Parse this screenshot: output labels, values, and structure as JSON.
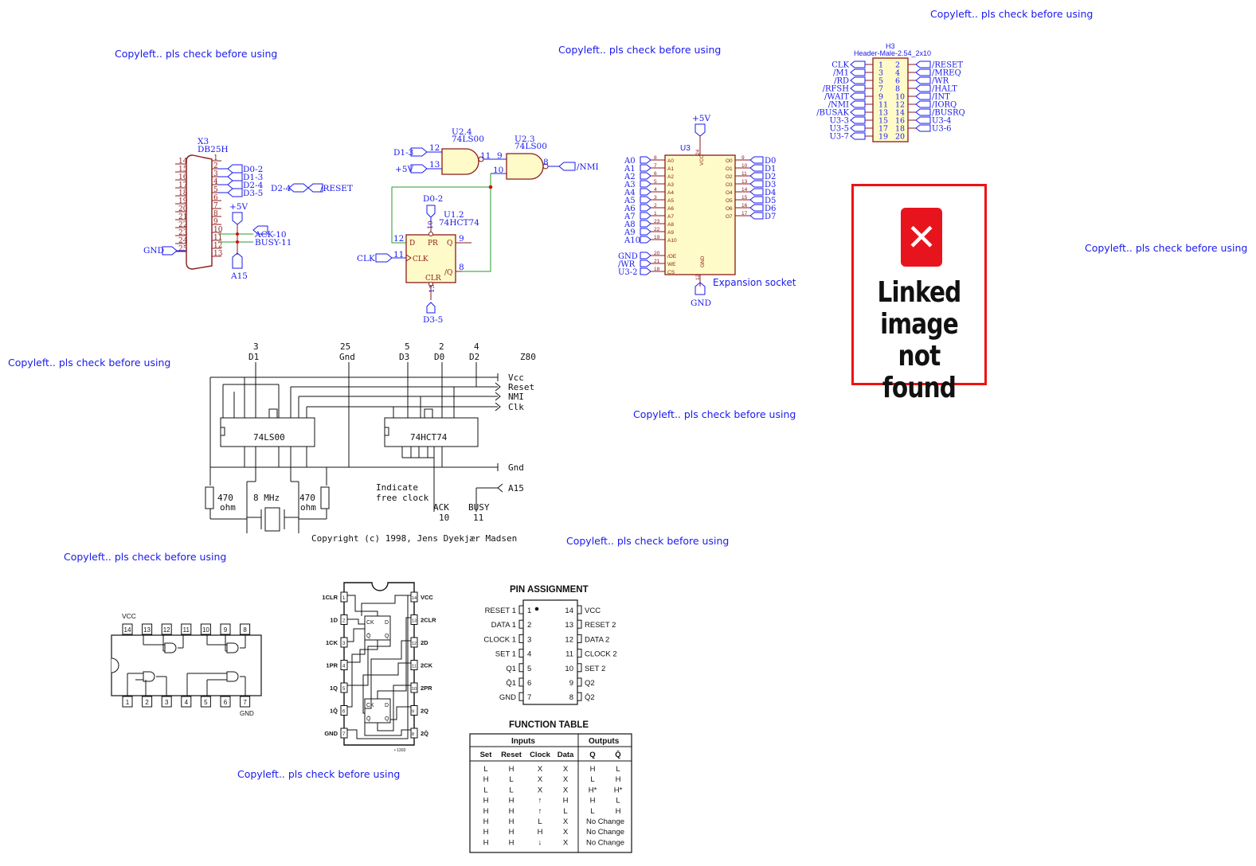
{
  "watermark": "Copyleft.. pls check before using",
  "db25": {
    "ref": "X3",
    "part": "DB25H",
    "left_pins": [
      "14",
      "15",
      "16",
      "17",
      "18",
      "19",
      "20",
      "21",
      "22",
      "23",
      "24",
      "25"
    ],
    "right_pins": [
      "1",
      "2",
      "3",
      "4",
      "5",
      "6",
      "7",
      "8",
      "9",
      "10",
      "11",
      "12",
      "13"
    ],
    "labels": [
      "D0-2",
      "D1-3",
      "D2-4",
      "D3-5",
      "+5V",
      "ACK-10",
      "BUSY-11",
      "A15",
      "GND"
    ],
    "reset_port": "D2-4",
    "reset_label": "/RESET"
  },
  "gates": {
    "u24_ref": "U2.4",
    "u24_part": "74LS00",
    "u23_ref": "U2.3",
    "u23_part": "74LS00",
    "u12_ref": "U1.2",
    "u12_part": "74HCT74",
    "in1": "D1-3",
    "in2": "+5V",
    "out": "/NMI",
    "d0": "D0-2",
    "clk": "CLK",
    "d35": "D3-5",
    "pins": {
      "p12": "12",
      "p13": "13",
      "p11": "11",
      "p9": "9",
      "p10": "10",
      "p8": "8",
      "ff12": "12",
      "ff11": "11",
      "ff9": "9",
      "ff8": "8",
      "ff10": "10",
      "ff13": "13"
    },
    "ff_labels": {
      "d": "D",
      "pr": "PR",
      "q": "Q",
      "clk": "CLK",
      "clr": "CLR",
      "nq": "/Q"
    }
  },
  "socket": {
    "ref": "U3",
    "vcc": "+5V",
    "gnd": "GND",
    "caption": "Expansion socket",
    "addr_labels": [
      "A0",
      "A1",
      "A2",
      "A3",
      "A4",
      "A5",
      "A6",
      "A7",
      "A8",
      "A9",
      "A10"
    ],
    "addr_pins": [
      "8",
      "7",
      "6",
      "5",
      "4",
      "3",
      "2",
      "1",
      "23",
      "22",
      "19"
    ],
    "addr_inner": [
      "A0",
      "A1",
      "A2",
      "A3",
      "A4",
      "A5",
      "A6",
      "A7",
      "A8",
      "A9",
      "A10"
    ],
    "data_labels": [
      "D0",
      "D1",
      "D2",
      "D3",
      "D4",
      "D5",
      "D6",
      "D7"
    ],
    "data_pins": [
      "9",
      "10",
      "11",
      "13",
      "14",
      "15",
      "16",
      "17"
    ],
    "data_inner": [
      "O0",
      "O1",
      "O2",
      "O3",
      "O4",
      "O5",
      "O6",
      "O7"
    ],
    "ctrl_labels": [
      "GND",
      "/WR",
      "U3-2"
    ],
    "ctrl_pins": [
      "20",
      "21",
      "18"
    ],
    "ctrl_inner": [
      "/OE",
      "WE",
      "CS"
    ],
    "vcc_inner": "VCC",
    "vcc_pin": "24",
    "gnd_inner": "GND",
    "gnd_pin": "12"
  },
  "header": {
    "ref": "H3",
    "part": "Header-Male-2.54_2x10",
    "left_labels": [
      "CLK",
      "/M1",
      "/RD",
      "/RFSH",
      "/WAIT",
      "/NMI",
      "/BUSAK",
      "U3-3",
      "U3-5",
      "U3-7"
    ],
    "right_labels": [
      "/RESET",
      "/MREQ",
      "/WR",
      "/HALT",
      "/INT",
      "/IORQ",
      "/BUSRQ",
      "U3-4",
      "U3-6",
      ""
    ],
    "odd_pins": [
      "1",
      "3",
      "5",
      "7",
      "9",
      "11",
      "13",
      "15",
      "17",
      "19"
    ],
    "even_pins": [
      "2",
      "4",
      "6",
      "8",
      "10",
      "12",
      "14",
      "16",
      "18",
      "20"
    ]
  },
  "broken_image": {
    "icon": "x-icon",
    "text_lines": [
      "Linked",
      "image",
      "not found"
    ]
  },
  "interface": {
    "top_labels": [
      {
        "num": "3",
        "name": "D1"
      },
      {
        "num": "25",
        "name": "Gnd"
      },
      {
        "num": "5",
        "name": "D3"
      },
      {
        "num": "2",
        "name": "D0"
      },
      {
        "num": "4",
        "name": "D2"
      }
    ],
    "z80": "Z80",
    "right_labels": [
      "Vcc",
      "Reset",
      "NMI",
      "Clk",
      "Gnd",
      "A15"
    ],
    "chip1": "74LS00",
    "chip2": "74HCT74",
    "r1": [
      "470",
      "ohm"
    ],
    "xtal": "8 MHz",
    "r2": [
      "470",
      "ohm"
    ],
    "indicate": [
      "Indicate",
      "free clock"
    ],
    "ack": [
      "ACK",
      "10"
    ],
    "busy": [
      "BUSY",
      "11"
    ],
    "copyright": "Copyright (c) 1998, Jens Dyekjær Madsen"
  },
  "ic7400": {
    "vcc": "VCC",
    "gnd": "GND",
    "top_pins": [
      "14",
      "13",
      "12",
      "11",
      "10",
      "9",
      "8"
    ],
    "bottom_pins": [
      "1",
      "2",
      "3",
      "4",
      "5",
      "6",
      "7"
    ]
  },
  "ic7474": {
    "left_labels": [
      "1CLR",
      "1D",
      "1CK",
      "1PR",
      "1Q",
      "1Q̄",
      "GND"
    ],
    "right_labels": [
      "VCC",
      "2CLR",
      "2D",
      "2CK",
      "2PR",
      "2Q",
      "2Q̄"
    ],
    "left_pins": [
      "1",
      "2",
      "3",
      "4",
      "5",
      "6",
      "7"
    ],
    "right_pins": [
      "14",
      "13",
      "12",
      "11",
      "10",
      "9",
      "8"
    ],
    "ff_labels": [
      "CK",
      "D",
      "Q",
      "Q̄"
    ]
  },
  "pin_assignment": {
    "title": "PIN ASSIGNMENT",
    "left": [
      {
        "label": "RESET 1",
        "pin": "1"
      },
      {
        "label": "DATA 1",
        "pin": "2"
      },
      {
        "label": "CLOCK 1",
        "pin": "3"
      },
      {
        "label": "SET 1",
        "pin": "4"
      },
      {
        "label": "Q1",
        "pin": "5"
      },
      {
        "label": "Q̄1",
        "pin": "6"
      },
      {
        "label": "GND",
        "pin": "7"
      }
    ],
    "right": [
      {
        "label": "VCC",
        "pin": "14"
      },
      {
        "label": "RESET 2",
        "pin": "13"
      },
      {
        "label": "DATA 2",
        "pin": "12"
      },
      {
        "label": "CLOCK 2",
        "pin": "11"
      },
      {
        "label": "SET 2",
        "pin": "10"
      },
      {
        "label": "Q2",
        "pin": "9"
      },
      {
        "label": "Q̄2",
        "pin": "8"
      }
    ]
  },
  "function_table": {
    "title": "FUNCTION TABLE",
    "group_inputs": "Inputs",
    "group_outputs": "Outputs",
    "headers": [
      "Set",
      "Reset",
      "Clock",
      "Data",
      "Q",
      "Q̄"
    ],
    "rows": [
      [
        "L",
        "H",
        "X",
        "X",
        "H",
        "L"
      ],
      [
        "H",
        "L",
        "X",
        "X",
        "L",
        "H"
      ],
      [
        "L",
        "L",
        "X",
        "X",
        "H*",
        "H*"
      ],
      [
        "H",
        "H",
        "↑",
        "H",
        "H",
        "L"
      ],
      [
        "H",
        "H",
        "↑",
        "L",
        "L",
        "H"
      ],
      [
        "H",
        "H",
        "L",
        "X",
        "No Change",
        ""
      ],
      [
        "H",
        "H",
        "H",
        "X",
        "No Change",
        ""
      ],
      [
        "H",
        "H",
        "↓",
        "X",
        "No Change",
        ""
      ]
    ]
  }
}
